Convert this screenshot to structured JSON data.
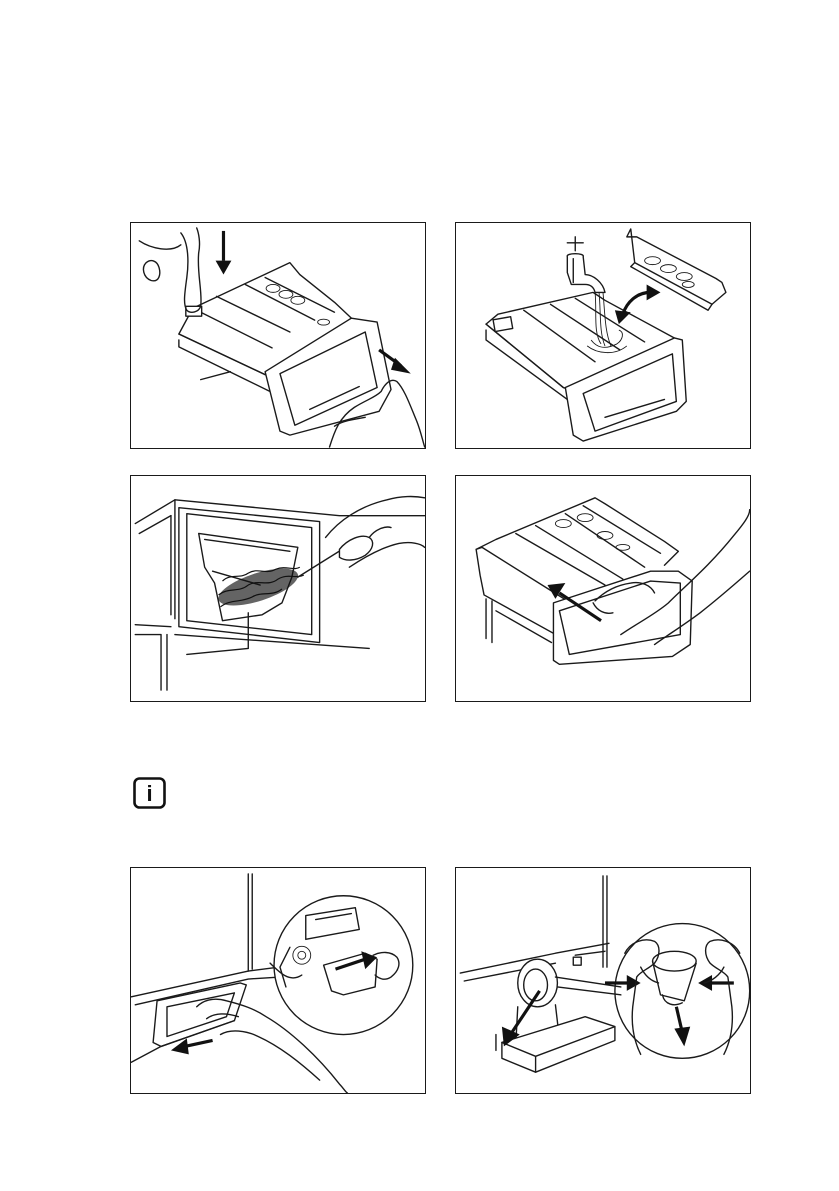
{
  "figures": [
    {
      "id": "fig1",
      "icon": "detergent-dispenser-remove"
    },
    {
      "id": "fig2",
      "icon": "dispenser-rinse-under-tap"
    },
    {
      "id": "fig3",
      "icon": "dispenser-recess-brush-clean"
    },
    {
      "id": "fig4",
      "icon": "dispenser-reinsert"
    },
    {
      "id": "fig5",
      "icon": "pump-flap-open"
    },
    {
      "id": "fig6",
      "icon": "pump-filter-remove"
    }
  ],
  "info_icon": {
    "label": "i",
    "icon": "info-icon"
  }
}
